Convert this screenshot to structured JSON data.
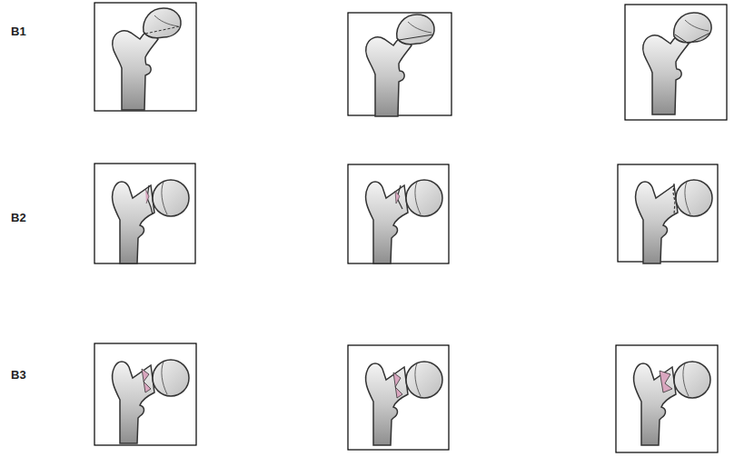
{
  "diagram": {
    "labels": [
      "B1",
      "B2",
      "B3"
    ]
  }
}
